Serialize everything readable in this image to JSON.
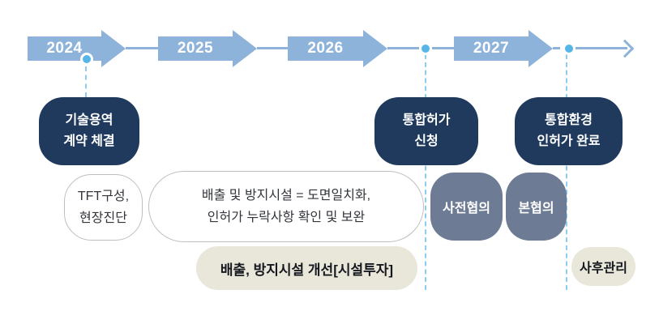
{
  "colors": {
    "arrow_blue": "#8eb3da",
    "node_dot_blue": "#56b6e8",
    "dashed_line_blue": "#8ecdf1",
    "milestone_navy": "#1f3a5c",
    "consult_slate": "#6d7c94",
    "task_beige": "#e9e7da"
  },
  "timeline": {
    "year_2024": "2024",
    "year_2025": "2025",
    "year_2026": "2026",
    "year_2027": "2027"
  },
  "milestones": {
    "contract": "기술용역\n계약 체결",
    "permit_apply": "통합허가\n신청",
    "permit_complete": "통합환경\n인허가 완료"
  },
  "activities": {
    "tft": "TFT구성,\n현장진단",
    "facility_check": "배출 및 방지시설 = 도면일치화,\n인허가 누락사항 확인 및 보완",
    "pre_consult": "사전협의",
    "main_consult": "본협의",
    "improvement": "배출, 방지시설 개선[시설투자]",
    "post_mgmt": "사후관리"
  }
}
